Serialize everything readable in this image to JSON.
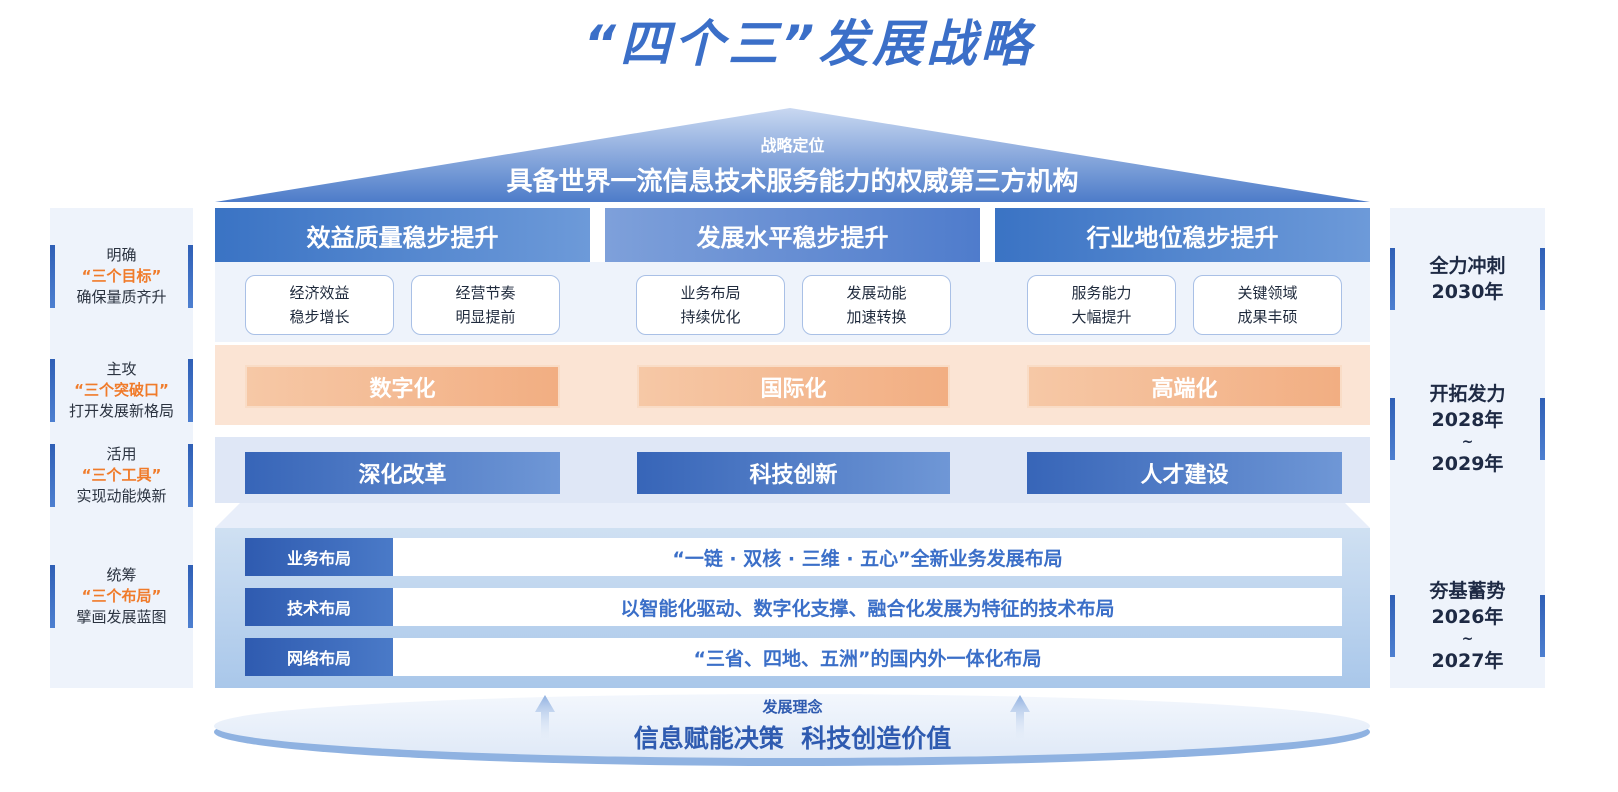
{
  "title": "“四个三”发展战略",
  "positioning": {
    "label": "战略定位",
    "text": "具备世界一流信息技术服务能力的权威第三方机构"
  },
  "left": [
    {
      "top": "明确",
      "highlight": "“三个目标”",
      "bottom": "确保量质齐升"
    },
    {
      "top": "主攻",
      "highlight": "“三个突破口”",
      "bottom": "打开发展新格局"
    },
    {
      "top": "活用",
      "highlight": "“三个工具”",
      "bottom": "实现动能焕新"
    },
    {
      "top": "统筹",
      "highlight": "“三个布局”",
      "bottom": "擘画发展蓝图"
    }
  ],
  "right": [
    {
      "title": "全力冲刺",
      "from": "2030年"
    },
    {
      "title": "开拓发力",
      "from": "2028年",
      "sep": "~",
      "to": "2029年"
    },
    {
      "title": "夯基蓄势",
      "from": "2026年",
      "sep": "~",
      "to": "2027年"
    }
  ],
  "goals": [
    {
      "title": "效益质量稳步提升",
      "items": [
        [
          "经济效益",
          "稳步增长"
        ],
        [
          "经营节奏",
          "明显提前"
        ]
      ]
    },
    {
      "title": "发展水平稳步提升",
      "items": [
        [
          "业务布局",
          "持续优化"
        ],
        [
          "发展动能",
          "加速转换"
        ]
      ]
    },
    {
      "title": "行业地位稳步提升",
      "items": [
        [
          "服务能力",
          "大幅提升"
        ],
        [
          "关键领域",
          "成果丰硕"
        ]
      ]
    }
  ],
  "breakthroughs": [
    "数字化",
    "国际化",
    "高端化"
  ],
  "tools": [
    "深化改革",
    "科技创新",
    "人才建设"
  ],
  "layouts": [
    {
      "label": "业务布局",
      "text": "“一链 · 双核 · 三维 · 五心”全新业务发展布局"
    },
    {
      "label": "技术布局",
      "text": "以智能化驱动、数字化支撑、融合化发展为特征的技术布局"
    },
    {
      "label": "网络布局",
      "text": "“三省、四地、五洲”的国内外一体化布局"
    }
  ],
  "philosophy": {
    "label": "发展理念",
    "text": "信息赋能决策  科技创造价值"
  }
}
